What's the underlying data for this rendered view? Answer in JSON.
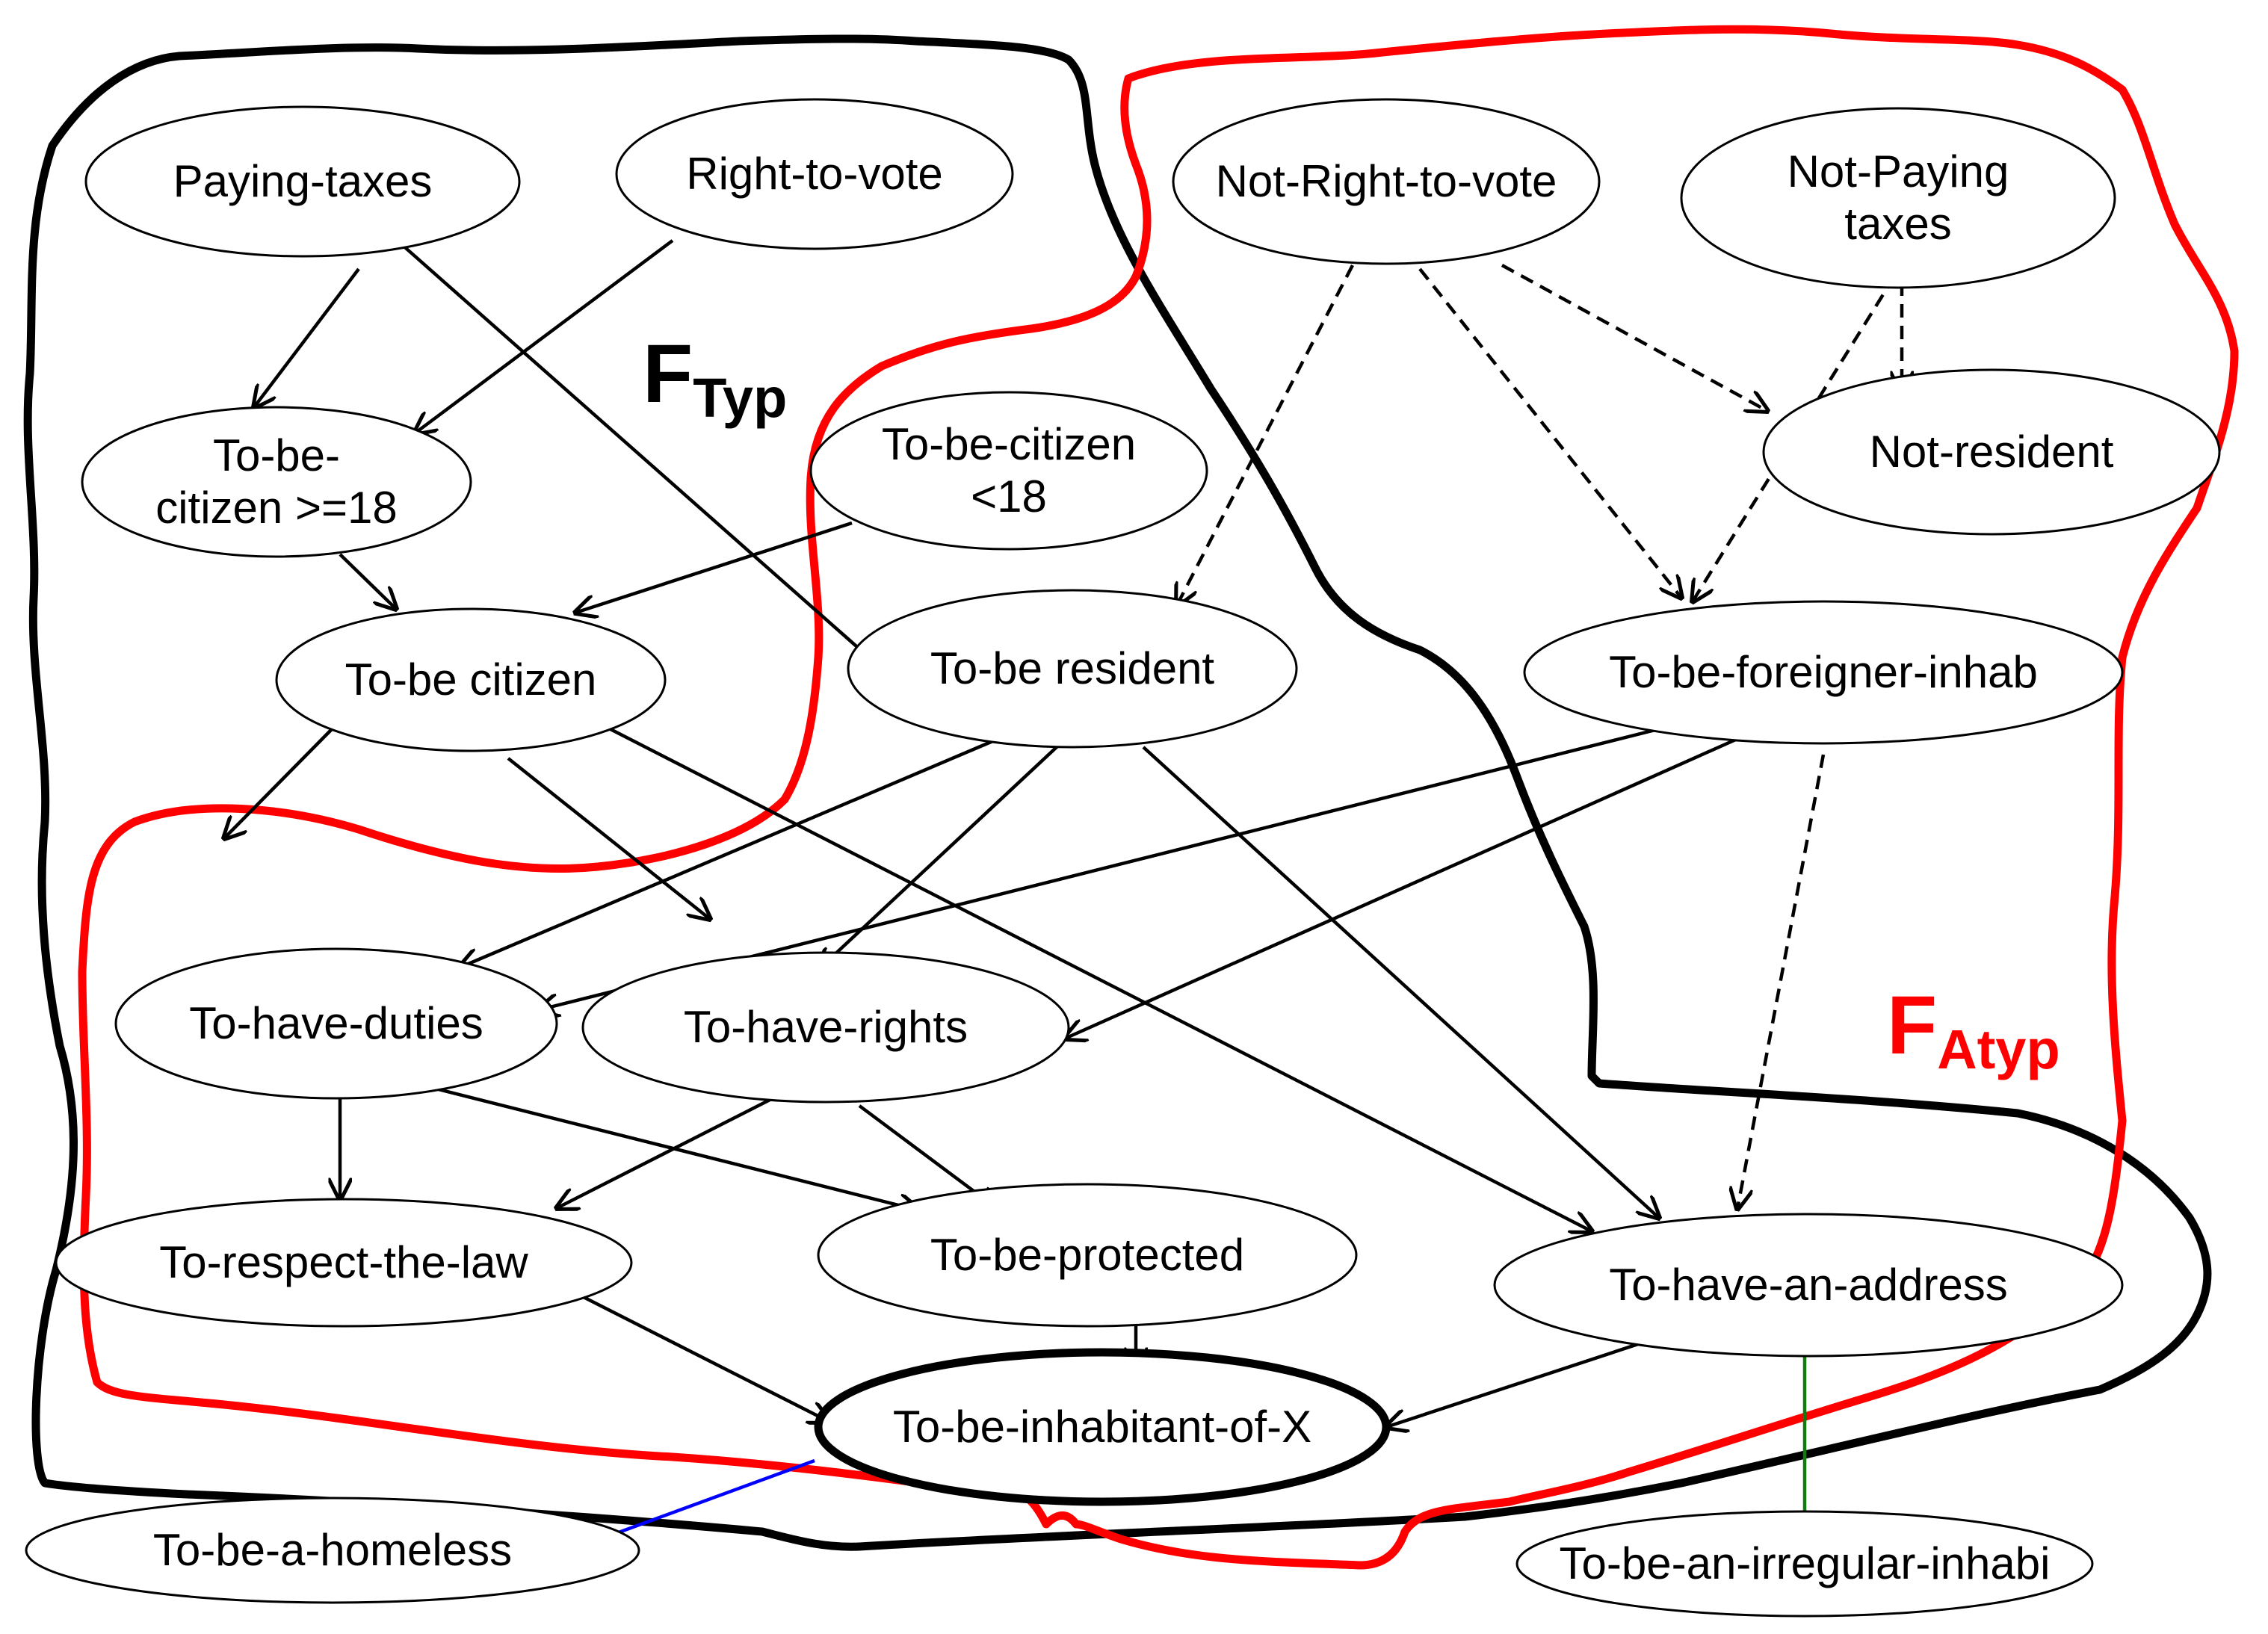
{
  "colors": {
    "typical_region": "#000000",
    "atypical_region": "#ff0000",
    "solid_edge": "#000000",
    "dashed_edge": "#000000",
    "homeless_edge": "#0000ff",
    "irregular_edge": "#117a11"
  },
  "regions": {
    "typical": {
      "main": "F",
      "sub": "Typ"
    },
    "atypical": {
      "main": "F",
      "sub": "Atyp"
    }
  },
  "nodes": {
    "paying_taxes": [
      "Paying-taxes"
    ],
    "right_to_vote": [
      "Right-to-vote"
    ],
    "not_right_to_vote": [
      "Not-Right-to-vote"
    ],
    "not_paying_taxes": [
      "Not-Paying",
      "taxes"
    ],
    "citizen_over_18": [
      "To-be-",
      "citizen >=18"
    ],
    "citizen_under_18": [
      "To-be-citizen",
      "<18"
    ],
    "not_resident": [
      "Not-resident"
    ],
    "citizen": [
      "To-be citizen"
    ],
    "resident": [
      "To-be resident"
    ],
    "foreigner_inhab": [
      "To-be-foreigner-inhab"
    ],
    "have_duties": [
      "To-have-duties"
    ],
    "have_rights": [
      "To-have-rights"
    ],
    "respect_law": [
      "To-respect-the-law"
    ],
    "protected": [
      "To-be-protected"
    ],
    "have_address": [
      "To-have-an-address"
    ],
    "inhabitant_x": [
      "To-be-inhabitant-of-X"
    ],
    "homeless": [
      "To-be-a-homeless"
    ],
    "irregular_inhab": [
      "To-be-an-irregular-inhabi"
    ]
  },
  "edges": [
    {
      "from": "paying_taxes",
      "to": "citizen_over_18",
      "style": "solid"
    },
    {
      "from": "paying_taxes",
      "to": "resident",
      "style": "solid"
    },
    {
      "from": "right_to_vote",
      "to": "citizen_over_18",
      "style": "solid"
    },
    {
      "from": "citizen_over_18",
      "to": "citizen",
      "style": "solid"
    },
    {
      "from": "citizen_under_18",
      "to": "citizen",
      "style": "solid"
    },
    {
      "from": "citizen",
      "to": "have_rights",
      "style": "solid"
    },
    {
      "from": "citizen",
      "to": "have_address",
      "style": "solid"
    },
    {
      "from": "resident",
      "to": "have_duties",
      "style": "solid"
    },
    {
      "from": "resident",
      "to": "have_rights",
      "style": "solid"
    },
    {
      "from": "resident",
      "to": "have_address",
      "style": "solid"
    },
    {
      "from": "foreigner_inhab",
      "to": "have_duties",
      "style": "solid"
    },
    {
      "from": "foreigner_inhab",
      "to": "have_rights",
      "style": "solid"
    },
    {
      "from": "foreigner_inhab",
      "to": "have_address",
      "style": "dashed"
    },
    {
      "from": "not_right_to_vote",
      "to": "resident",
      "style": "dashed"
    },
    {
      "from": "not_right_to_vote",
      "to": "foreigner_inhab",
      "style": "dashed"
    },
    {
      "from": "not_right_to_vote",
      "to": "not_resident",
      "style": "dashed"
    },
    {
      "from": "not_paying_taxes",
      "to": "not_resident",
      "style": "dashed"
    },
    {
      "from": "not_paying_taxes",
      "to": "foreigner_inhab",
      "style": "dashed"
    },
    {
      "from": "have_duties",
      "to": "respect_law",
      "style": "solid"
    },
    {
      "from": "have_duties",
      "to": "protected",
      "style": "solid"
    },
    {
      "from": "have_rights",
      "to": "respect_law",
      "style": "solid"
    },
    {
      "from": "have_rights",
      "to": "protected",
      "style": "solid"
    },
    {
      "from": "respect_law",
      "to": "inhabitant_x",
      "style": "solid"
    },
    {
      "from": "protected",
      "to": "inhabitant_x",
      "style": "solid"
    },
    {
      "from": "have_address",
      "to": "inhabitant_x",
      "style": "solid"
    },
    {
      "from": "inhabitant_x",
      "to": "homeless",
      "style": "blue"
    },
    {
      "from": "have_address",
      "to": "irregular_inhab",
      "style": "green"
    }
  ]
}
